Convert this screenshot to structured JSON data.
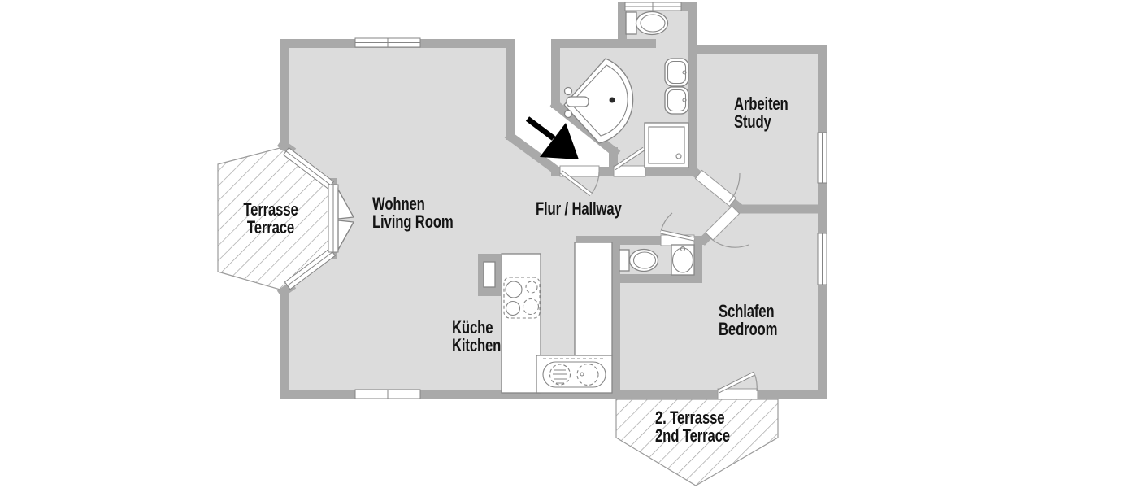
{
  "document": {
    "type": "apartment-floor-plan",
    "background": "#ffffff"
  },
  "colors": {
    "wall": "#a9a9a9",
    "floor": "#dcdcdc",
    "outline": "#858585",
    "hatch": "#a3a3a3",
    "text": "#141414",
    "arrow": "#000000"
  },
  "rooms": [
    {
      "name": "terrace",
      "line1": "Terrasse",
      "line2": "Terrace"
    },
    {
      "name": "living-room",
      "line1": "Wohnen",
      "line2": "Living Room"
    },
    {
      "name": "hallway",
      "line1": "Flur / Hallway",
      "line2": ""
    },
    {
      "name": "study",
      "line1": "Arbeiten",
      "line2": "Study"
    },
    {
      "name": "kitchen",
      "line1": "Küche",
      "line2": "Kitchen"
    },
    {
      "name": "bedroom",
      "line1": "Schlafen",
      "line2": "Bedroom"
    },
    {
      "name": "second-terrace",
      "line1": "2. Terrasse",
      "line2": "2nd Terrace"
    }
  ],
  "fixtures": [
    "corner-bathtub",
    "bathtub-faucet",
    "double-washbasin",
    "shower",
    "alcove-toilet",
    "wc-toilet",
    "wc-washbasin",
    "kitchen-cooktop",
    "kitchen-sink",
    "kitchen-counters",
    "kitchen-pillar",
    "french-door",
    "entry-arrow"
  ]
}
